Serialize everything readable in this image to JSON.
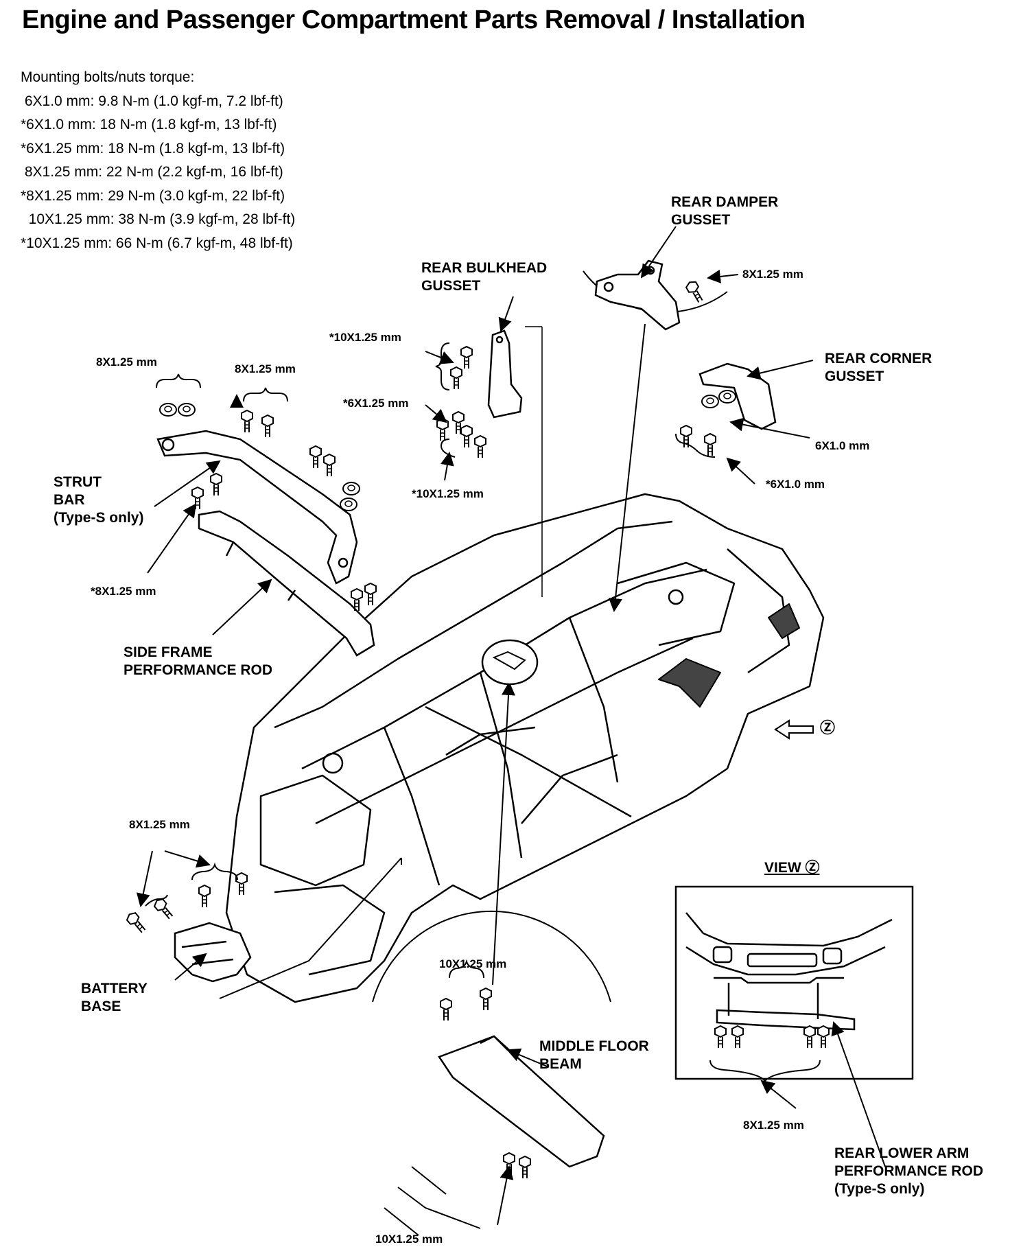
{
  "title": "Engine and Passenger Compartment Parts Removal / Installation",
  "torque": {
    "heading": "Mounting bolts/nuts torque:",
    "lines": [
      " 6X1.0 mm: 9.8 N-m (1.0 kgf-m, 7.2 lbf-ft)",
      "*6X1.0 mm: 18 N-m (1.8 kgf-m, 13 lbf-ft)",
      "*6X1.25 mm: 18 N-m (1.8 kgf-m, 13 lbf-ft)",
      " 8X1.25 mm: 22 N-m (2.2 kgf-m, 16 lbf-ft)",
      "*8X1.25 mm: 29 N-m (3.0 kgf-m, 22 lbf-ft)",
      "  10X1.25 mm: 38 N-m (3.9 kgf-m, 28 lbf-ft)",
      "*10X1.25 mm: 66 N-m (6.7 kgf-m, 48 lbf-ft)"
    ]
  },
  "parts": {
    "rear_damper_gusset": [
      "REAR DAMPER",
      "GUSSET"
    ],
    "rear_bulkhead_gusset": [
      "REAR BULKHEAD",
      "GUSSET"
    ],
    "rear_corner_gusset": [
      "REAR CORNER",
      "GUSSET"
    ],
    "strut_bar": [
      "STRUT",
      "BAR",
      "(Type-S only)"
    ],
    "side_frame_rod": [
      "SIDE FRAME",
      "PERFORMANCE ROD"
    ],
    "battery_base": [
      "BATTERY",
      "BASE"
    ],
    "middle_floor_beam": [
      "MIDDLE FLOOR",
      "BEAM"
    ],
    "rear_lower_arm_rod": [
      "REAR LOWER ARM",
      "PERFORMANCE ROD",
      "(Type-S only)"
    ]
  },
  "fasteners": {
    "damper_8x125": "8X1.25 mm",
    "bulkhead_star10_top": "*10X1.25 mm",
    "bulkhead_star6": "*6X1.25 mm",
    "bulkhead_star10_bottom": "*10X1.25 mm",
    "strut_8x125_left": "8X1.25 mm",
    "strut_8x125_right": "8X1.25 mm",
    "side_star8": "*8X1.25 mm",
    "corner_6x10": "6X1.0 mm",
    "corner_star6x10": "*6X1.0 mm",
    "battery_8x125": "8X1.25 mm",
    "floor_10x125_top": "10X1.25 mm",
    "floor_10x125_bottom": "10X1.25 mm",
    "lower_arm_8x125": "8X1.25 mm"
  },
  "view": {
    "title": "VIEW Ⓩ",
    "marker": "Ⓩ"
  }
}
